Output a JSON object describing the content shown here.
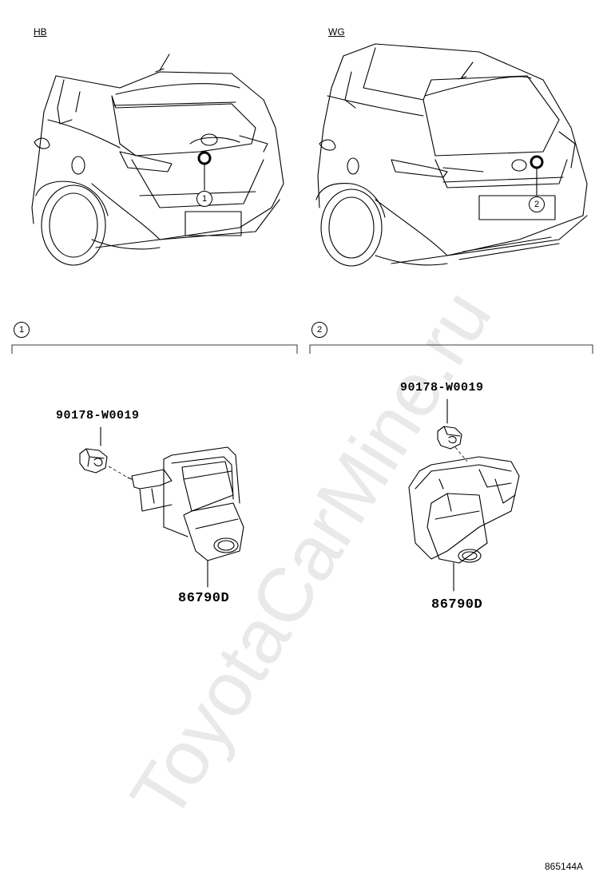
{
  "variants": {
    "left": {
      "tag": "HB",
      "callout": "1",
      "section_marker": "1"
    },
    "right": {
      "tag": "WG",
      "callout": "2",
      "section_marker": "2"
    }
  },
  "parts": {
    "left_bolt": "90178-W0019",
    "left_camera": "86790D",
    "right_bolt": "90178-W0019",
    "right_camera": "86790D"
  },
  "footer": {
    "reference": "865144A"
  },
  "watermark": "ToyotaCarMine.ru"
}
